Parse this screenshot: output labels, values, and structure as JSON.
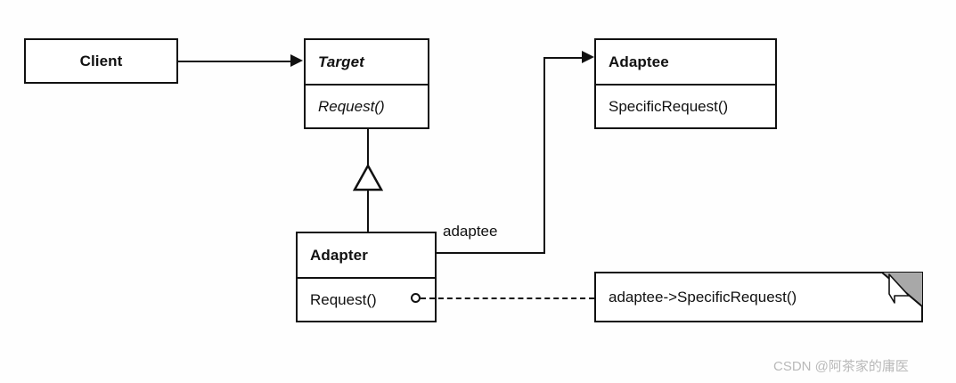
{
  "diagram": {
    "kind": "uml-class-diagram",
    "title": "Adapter Pattern (object adapter) structure",
    "background_color": "#fefefe",
    "line_color": "#111111",
    "fold_color": "#a8a8a8"
  },
  "classes": [
    {
      "id": "client",
      "name": "Client",
      "abstract": false,
      "operations": []
    },
    {
      "id": "target",
      "name": "Target",
      "abstract": true,
      "operations": [
        {
          "label": "Request()",
          "abstract": true
        }
      ]
    },
    {
      "id": "adaptee",
      "name": "Adaptee",
      "abstract": false,
      "operations": [
        {
          "label": "SpecificRequest()",
          "abstract": false
        }
      ]
    },
    {
      "id": "adapter",
      "name": "Adapter",
      "abstract": false,
      "operations": [
        {
          "label": "Request()",
          "abstract": false
        }
      ]
    }
  ],
  "relations": [
    {
      "id": "client-target",
      "type": "association",
      "from": "Client",
      "to": "Target",
      "arrow": "solid-filled",
      "label": ""
    },
    {
      "id": "adapter-target",
      "type": "generalization",
      "from": "Adapter",
      "to": "Target",
      "arrow": "hollow-triangle",
      "label": ""
    },
    {
      "id": "adapter-adaptee",
      "type": "association",
      "from": "Adapter",
      "to": "Adaptee",
      "arrow": "solid-filled",
      "label": "adaptee"
    }
  ],
  "note": {
    "id": "impl-note",
    "text": "adaptee->SpecificRequest()",
    "attached_to": "Adapter.Request()",
    "connector": "dashed"
  },
  "watermark": {
    "text": "CSDN @阿茶家的庸医"
  }
}
